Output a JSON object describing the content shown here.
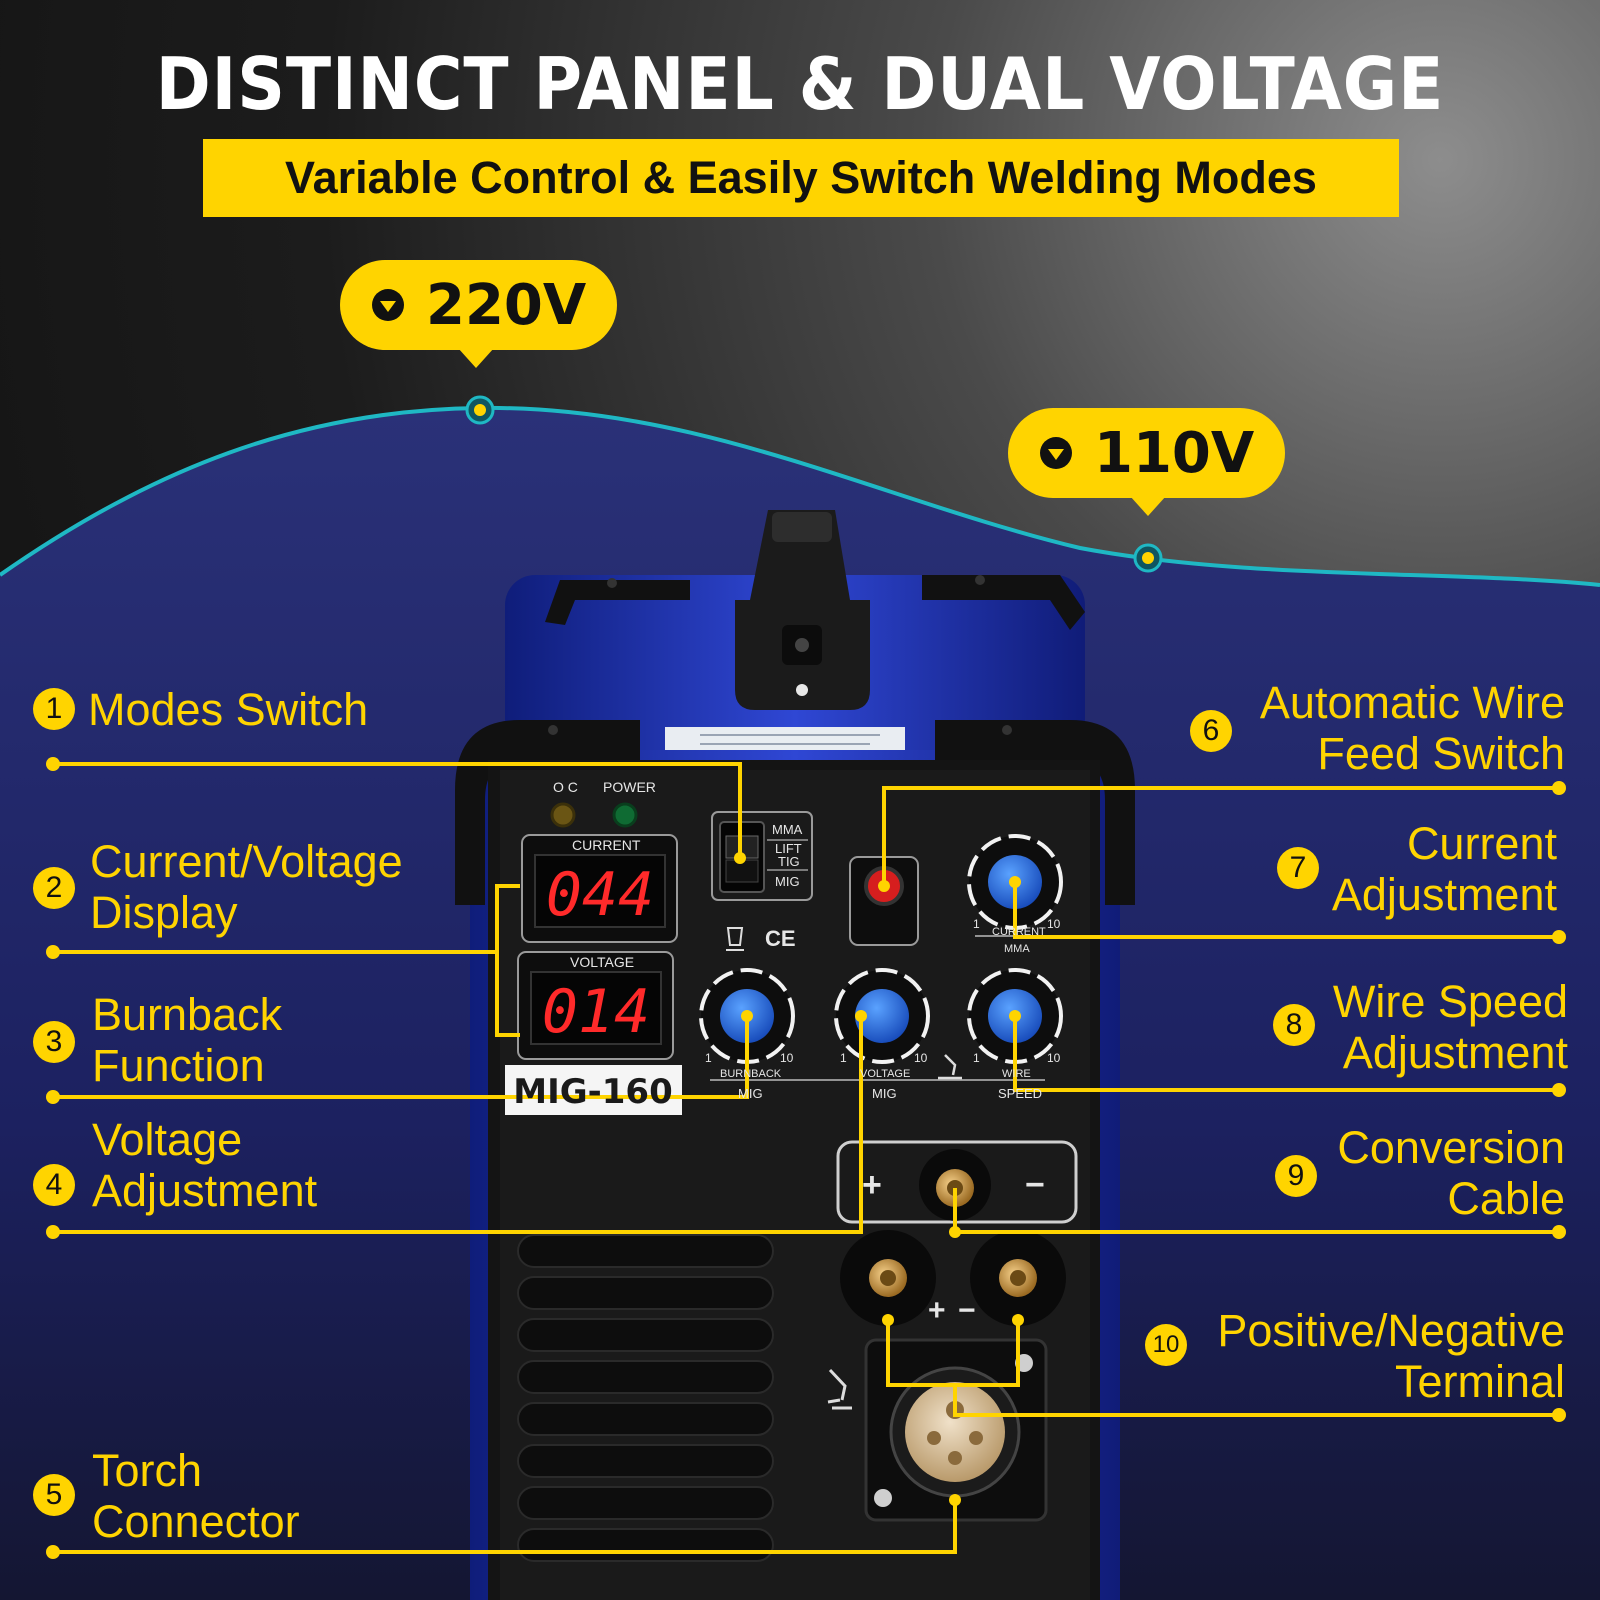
{
  "header": {
    "title": "DISTINCT PANEL & DUAL VOLTAGE",
    "subtitle": "Variable Control & Easily Switch Welding Modes"
  },
  "voltage_badges": [
    {
      "label": "220V"
    },
    {
      "label": "110V"
    }
  ],
  "callouts": [
    {
      "number": "1",
      "text": "Modes Switch"
    },
    {
      "number": "2",
      "text": "Current/Voltage Display"
    },
    {
      "number": "3",
      "text": "Burnback Function"
    },
    {
      "number": "4",
      "text": "Voltage Adjustment"
    },
    {
      "number": "5",
      "text": "Torch Connector"
    },
    {
      "number": "6",
      "text": "Automatic Wire Feed Switch"
    },
    {
      "number": "7",
      "text": "Current Adjustment"
    },
    {
      "number": "8",
      "text": "Wire Speed Adjustment"
    },
    {
      "number": "9",
      "text": "Conversion Cable"
    },
    {
      "number": "10",
      "text": "Positive/Negative Terminal"
    }
  ],
  "panel": {
    "indicator_oc": "O C",
    "indicator_power": "POWER",
    "current_label": "CURRENT",
    "current_value": "044",
    "voltage_label": "VOLTAGE",
    "voltage_value": "014",
    "model": "MIG-160",
    "mode_mma": "MMA",
    "mode_lift": "LIFT",
    "mode_tig": "TIG",
    "mode_mig": "MIG",
    "ce_mark": "CE",
    "knob_burnback_top": "BURNBACK",
    "knob_burnback_bottom": "MIG",
    "knob_voltage_top": "VOLTAGE",
    "knob_voltage_bottom": "MIG",
    "knob_wire_top": "WIRE",
    "knob_wire_bottom": "SPEED",
    "knob_current_top": "CURRENT",
    "knob_current_bottom": "MMA",
    "scale_min": "1",
    "scale_max": "10",
    "plus": "+",
    "minus": "−"
  },
  "colors": {
    "accent": "#ffd400",
    "wave_fill": "#232a6b",
    "wave_stroke": "#1fb8c4",
    "machine_blue": "#1c2ea8",
    "panel_black": "#121212",
    "knob_blue": "#1f6fd6",
    "display_red": "#ff2a2a"
  }
}
